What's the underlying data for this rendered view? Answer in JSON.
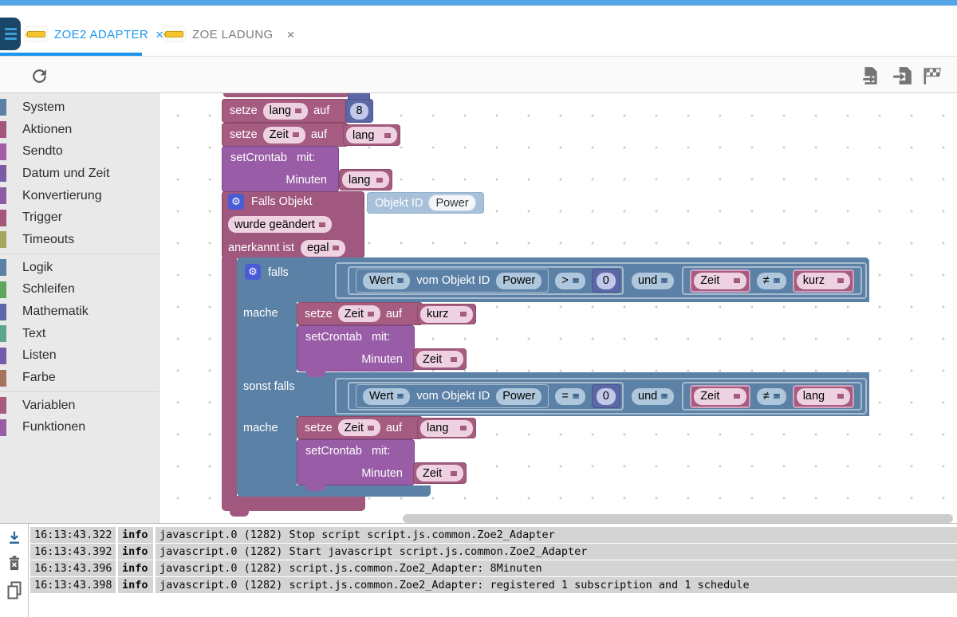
{
  "chrome": {
    "topbar_color": "#55A6E6",
    "accent_blue": "#1E96EF"
  },
  "tabs": [
    {
      "label": "ZOE2 ADAPTER",
      "close_glyph": "×",
      "active": true
    },
    {
      "label": "ZOE LADUNG",
      "close_glyph": "×",
      "active": false
    }
  ],
  "icons": {
    "gear_glyph": "⚙",
    "menu": "hamburger-icon",
    "toolbar": [
      "reload-icon",
      "export-blocks-icon",
      "import-blocks-icon",
      "check-blocks-flag-icon"
    ],
    "log": [
      "download-log-icon",
      "clear-log-icon",
      "copy-log-icon"
    ]
  },
  "sidebar": {
    "categories": [
      {
        "label": "System",
        "color": "#5C81A6"
      },
      {
        "label": "Aktionen",
        "color": "#A5567E"
      },
      {
        "label": "Sendto",
        "color": "#A55BA5"
      },
      {
        "label": "Datum und Zeit",
        "color": "#7A5BA6"
      },
      {
        "label": "Konvertierung",
        "color": "#8C5BA6"
      },
      {
        "label": "Trigger",
        "color": "#A5567A"
      },
      {
        "label": "Timeouts",
        "color": "#A6A65C"
      },
      {
        "label": "Logik",
        "color": "#5C81A6"
      },
      {
        "label": "Schleifen",
        "color": "#5CA65C"
      },
      {
        "label": "Mathematik",
        "color": "#5C68A6"
      },
      {
        "label": "Text",
        "color": "#5CA68D"
      },
      {
        "label": "Listen",
        "color": "#745CA6"
      },
      {
        "label": "Farbe",
        "color": "#A6745C"
      },
      {
        "label": "Variablen",
        "color": "#A65C81"
      },
      {
        "label": "Funktionen",
        "color": "#995CA6"
      }
    ]
  },
  "blocks": {
    "setze": "setze",
    "auf": "auf",
    "setCrontab": "setCrontab",
    "mit": "mit:",
    "minuten": "Minuten",
    "falls_objekt": "Falls Objekt",
    "objekt_id": "Objekt ID",
    "wurde_geaendert": "wurde geändert",
    "anerkannt_ist": "anerkannt ist",
    "egal": "egal",
    "falls": "falls",
    "mache": "mache",
    "sonst_falls": "sonst falls",
    "wert": "Wert",
    "vom_objekt_id": "vom Objekt ID",
    "und": "und",
    "op_gt": ">",
    "op_eq": "=",
    "op_neq": "≠",
    "var_lang": "lang",
    "var_zeit": "Zeit",
    "var_kurz": "kurz",
    "num_8": "8",
    "num_0": "0",
    "power": "Power"
  },
  "log": {
    "rows": [
      {
        "time": "16:13:43.322",
        "level": "info",
        "message": "javascript.0 (1282) Stop script script.js.common.Zoe2_Adapter"
      },
      {
        "time": "16:13:43.392",
        "level": "info",
        "message": "javascript.0 (1282) Start javascript script.js.common.Zoe2_Adapter"
      },
      {
        "time": "16:13:43.396",
        "level": "info",
        "message": "javascript.0 (1282) script.js.common.Zoe2_Adapter: 8Minuten"
      },
      {
        "time": "16:13:43.398",
        "level": "info",
        "message": "javascript.0 (1282) script.js.common.Zoe2_Adapter: registered 1 subscription and 1 schedule"
      }
    ]
  }
}
